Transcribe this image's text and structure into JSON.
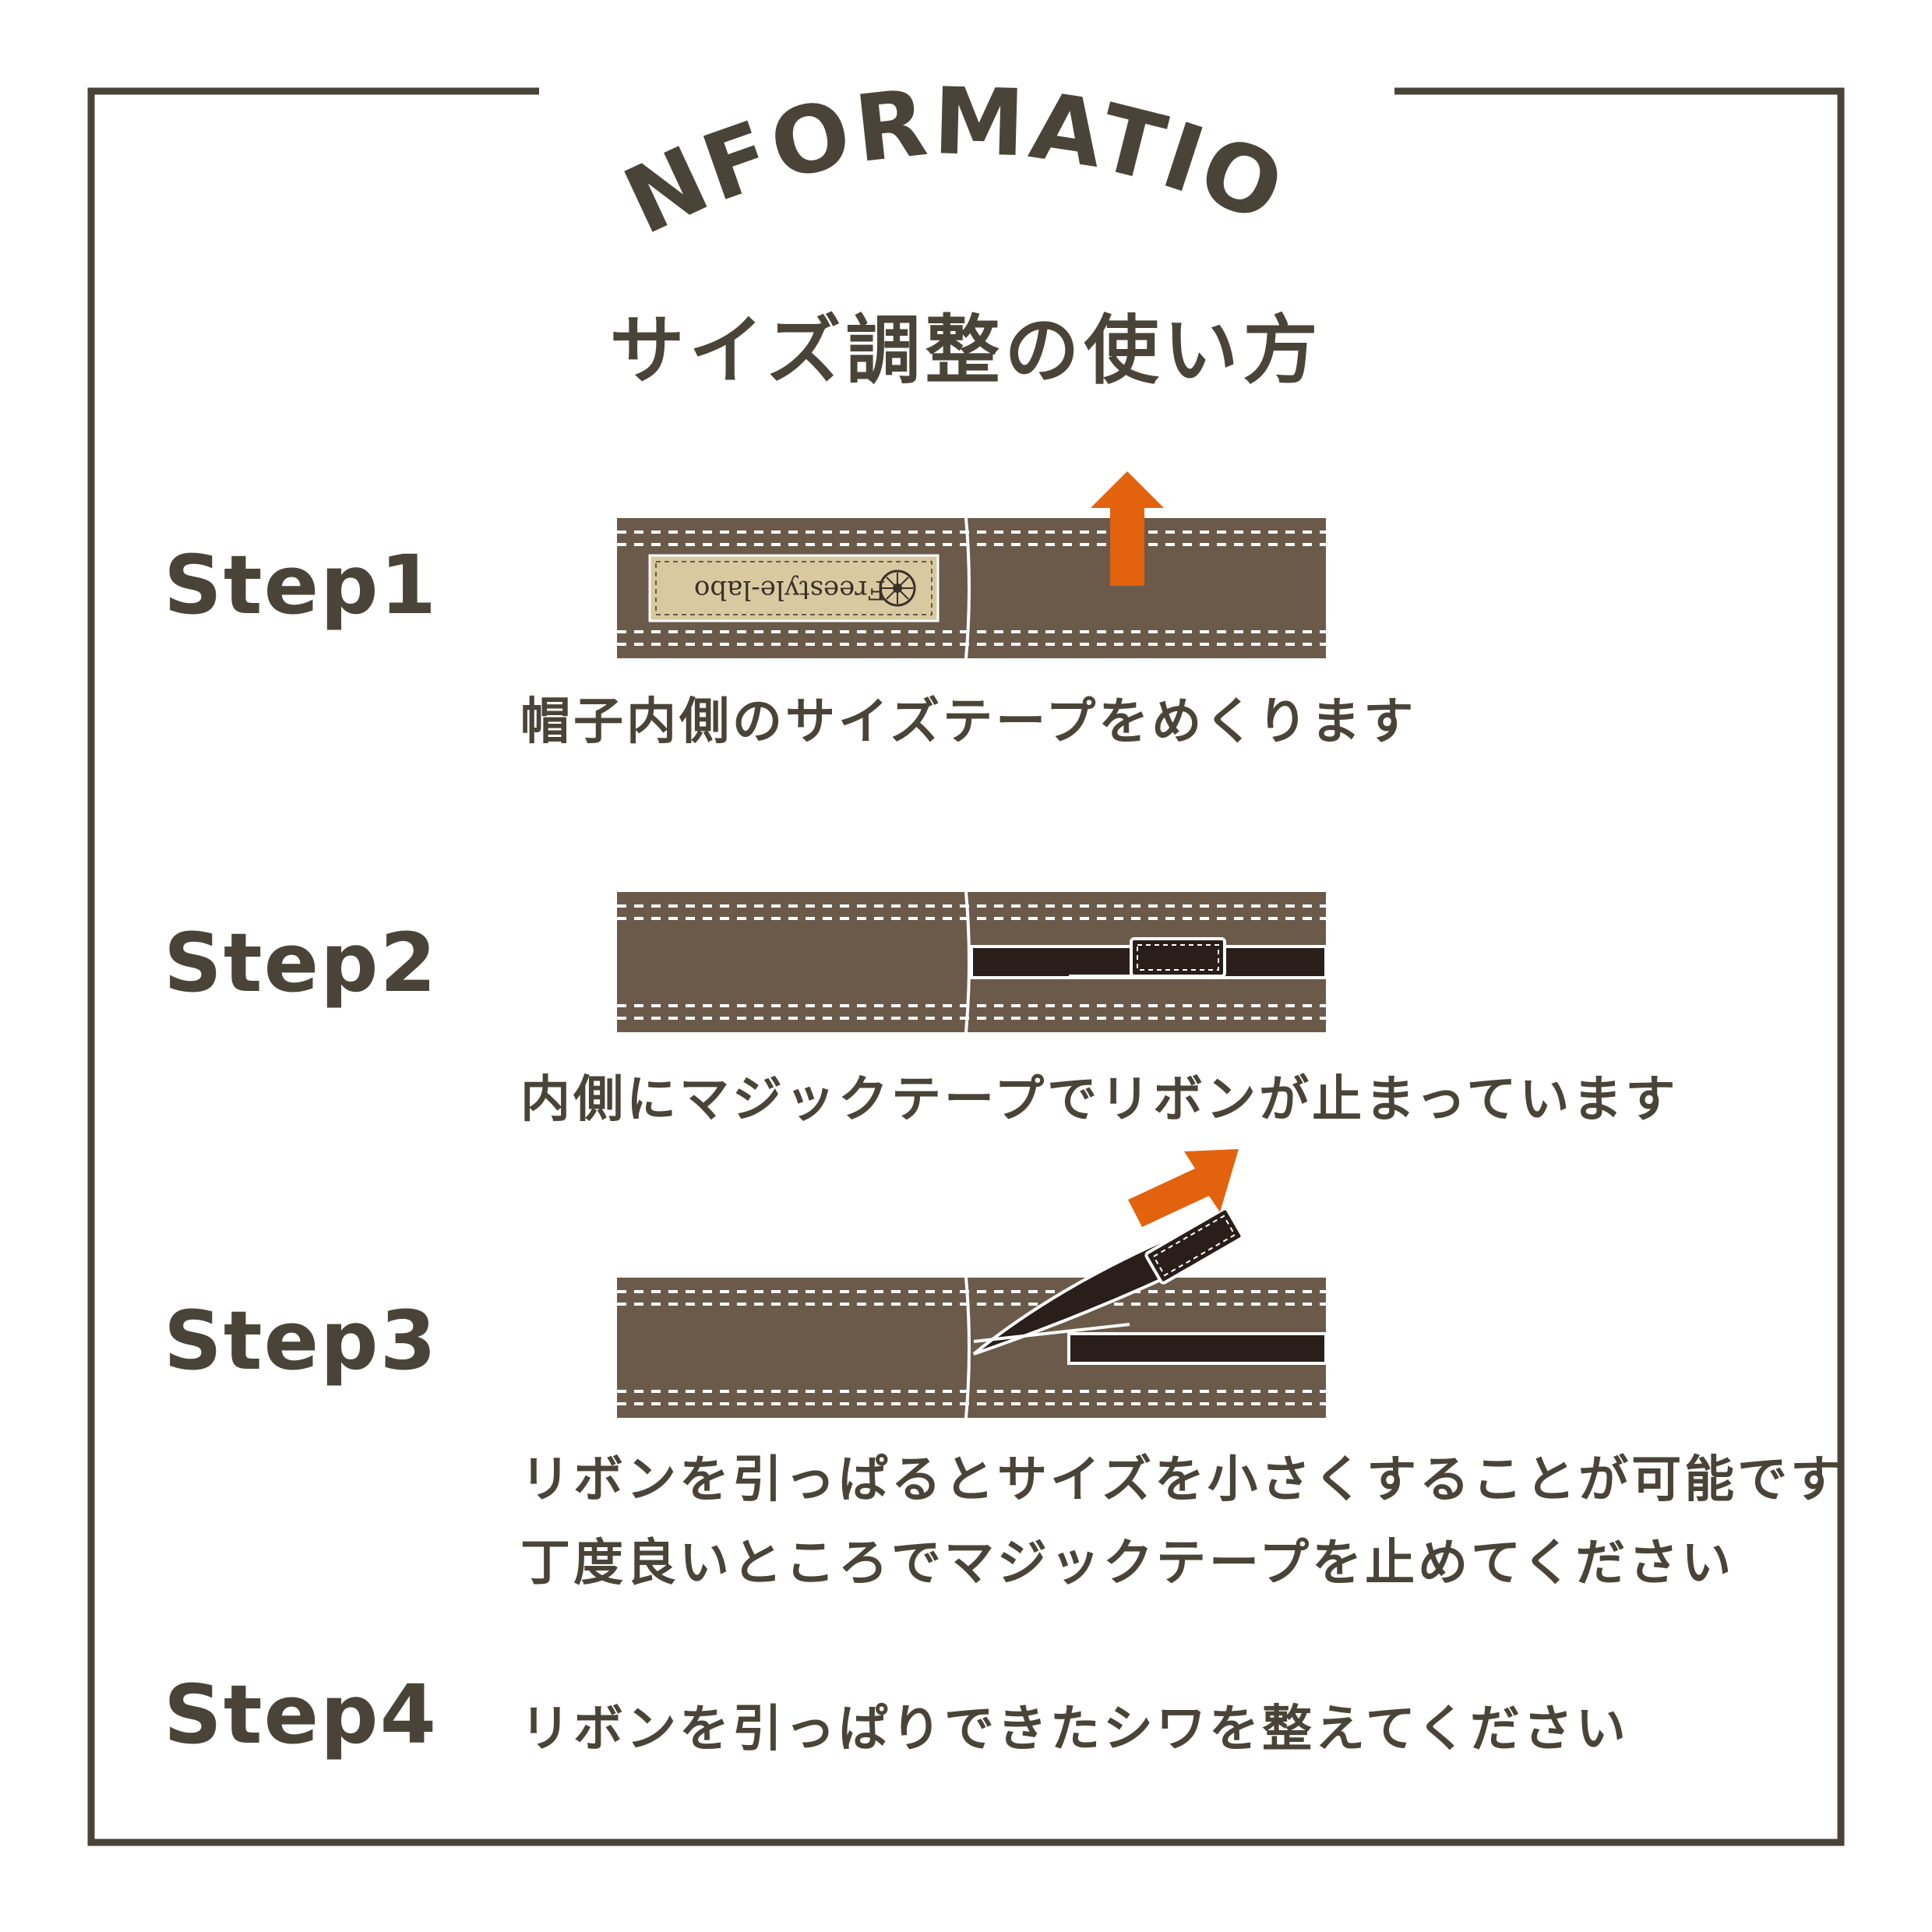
{
  "header": {
    "title": "INFORMATION",
    "subtitle": "サイズ調整の使い方"
  },
  "steps": [
    {
      "label": "Step1",
      "lines": [
        "帽子内側のサイズテープをめくります"
      ]
    },
    {
      "label": "Step2",
      "lines": [
        "内側にマジックテープでリボンが止まっています"
      ]
    },
    {
      "label": "Step3",
      "lines": [
        "リボンを引っぱるとサイズを小さくすることが可能です",
        "丁度良いところでマジックテープを止めてください"
      ]
    },
    {
      "label": "Step4",
      "lines": [
        "リボンを引っぱりできたシワを整えてください"
      ]
    }
  ],
  "tape_tag": {
    "text": "Freestyle-labo"
  },
  "colors": {
    "frame": "#4a4438",
    "tape": "#6b5a4a",
    "ribbon": "#2a1e1a",
    "arrow": "#e2620e",
    "tag": "#d9c9a0",
    "text": "#4a4438"
  },
  "icons": [
    "up-arrow-icon",
    "diagonal-arrow-icon",
    "flower-emblem-icon"
  ]
}
